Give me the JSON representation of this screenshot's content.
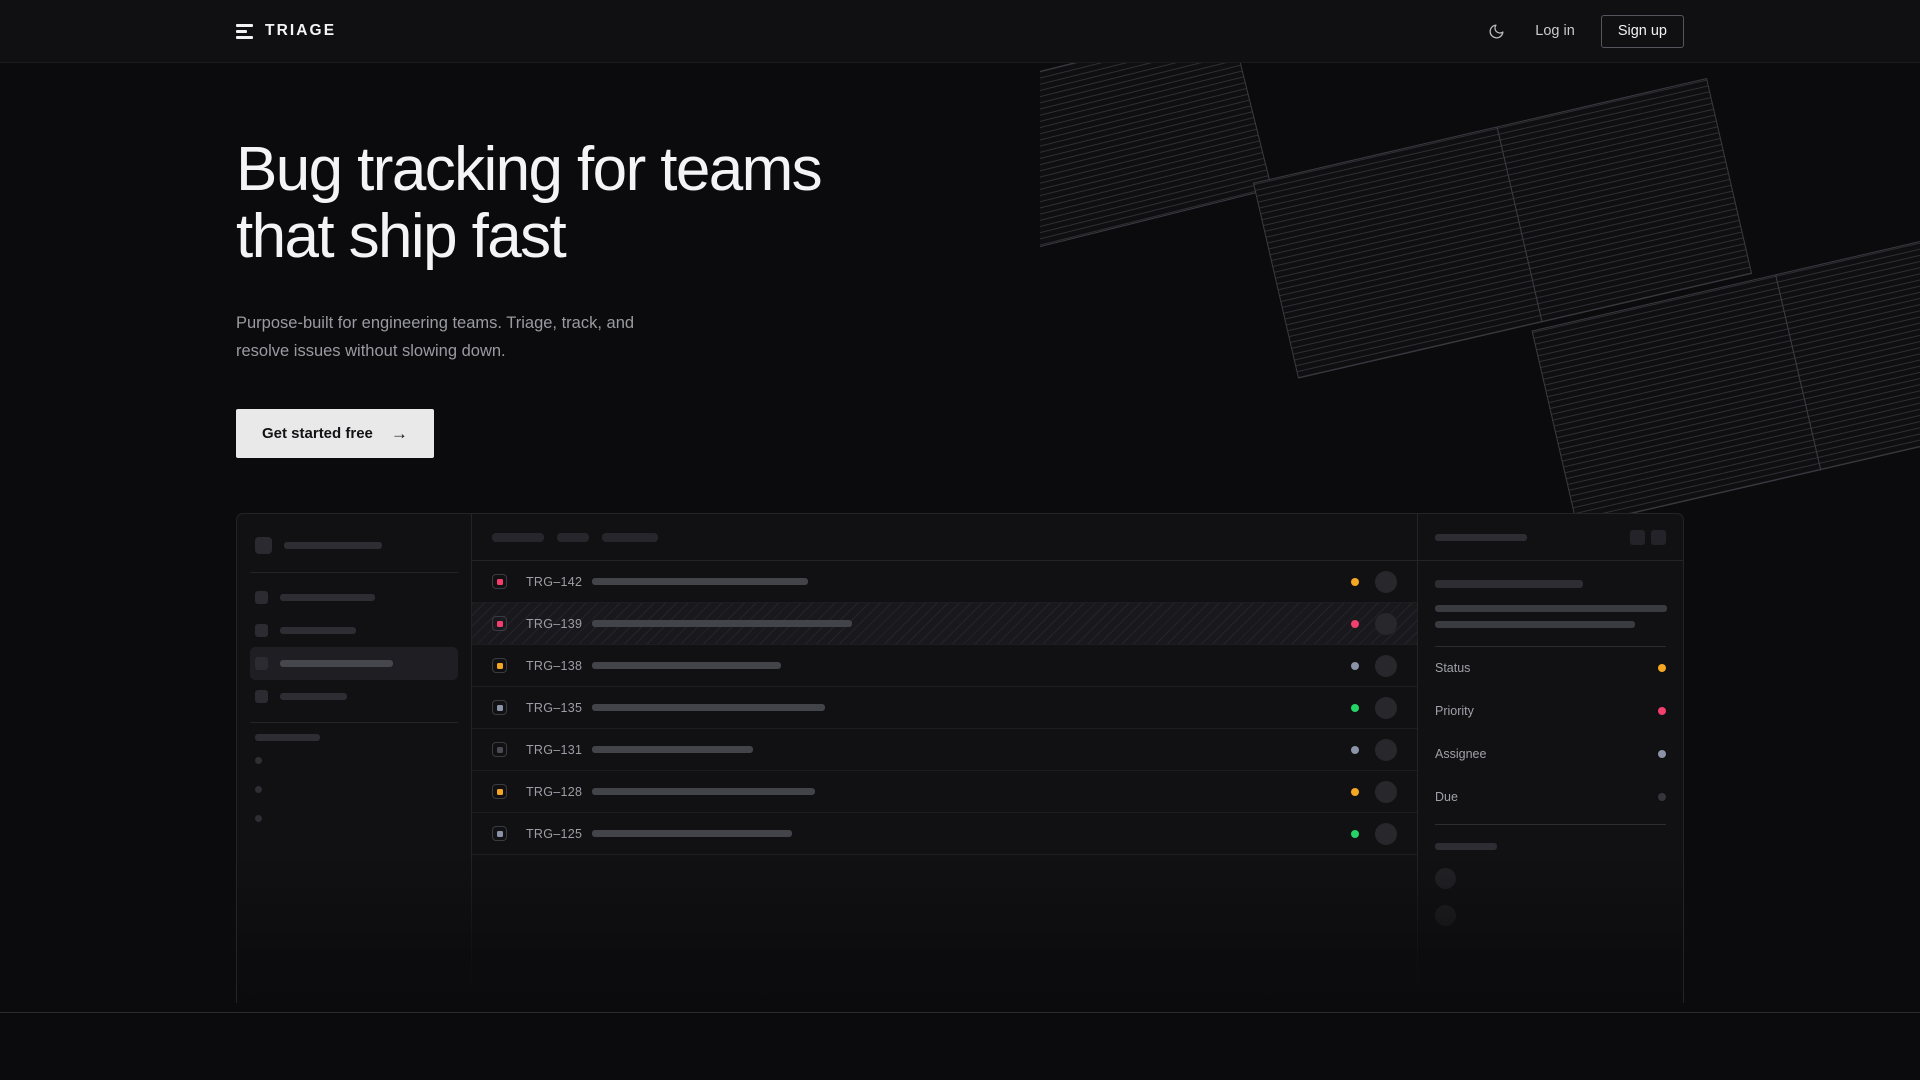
{
  "header": {
    "brand": "TRIAGE",
    "brand_icon": "three-bar-logo-icon",
    "theme_toggle_icon": "moon-icon",
    "login_label": "Log in",
    "signup_label": "Sign up"
  },
  "hero": {
    "title": "Bug tracking for teams\nthat ship fast",
    "subtitle": "Purpose-built for engineering teams. Triage, track, and\nresolve issues without slowing down.",
    "cta_label": "Get started free",
    "cta_arrow": "→",
    "art_name": "striped-panels-decoration"
  },
  "app_preview": {
    "sidebar": {
      "workspace_skeleton_width": 98,
      "nav_items": [
        {
          "name": "nav-item-1",
          "skeleton_width": 95,
          "active": false
        },
        {
          "name": "nav-item-2",
          "skeleton_width": 76,
          "active": false
        },
        {
          "name": "nav-item-3",
          "skeleton_width": 113,
          "active": true
        },
        {
          "name": "nav-item-4",
          "skeleton_width": 67,
          "active": false
        }
      ],
      "section_label_width": 65,
      "mini_items": [
        "mini-item-1",
        "mini-item-2",
        "mini-item-3"
      ]
    },
    "list": {
      "filter_chips": [
        52,
        32,
        56
      ],
      "rows": [
        {
          "id": "TRG–142",
          "priority_color": "#f43f6e",
          "title_width": 216,
          "status_color": "#f5a623",
          "selected": false
        },
        {
          "id": "TRG–139",
          "priority_color": "#f43f6e",
          "title_width": 260,
          "status_color": "#f43f6e",
          "selected": true
        },
        {
          "id": "TRG–138",
          "priority_color": "#f5a623",
          "title_width": 189,
          "status_color": "#8b93a8",
          "selected": false
        },
        {
          "id": "TRG–135",
          "priority_color": "#8b93a8",
          "title_width": 233,
          "status_color": "#25d366",
          "selected": false
        },
        {
          "id": "TRG–131",
          "priority_color": "#4a4a52",
          "title_width": 161,
          "status_color": "#8b93a8",
          "selected": false
        },
        {
          "id": "TRG–128",
          "priority_color": "#f5a623",
          "title_width": 223,
          "status_color": "#f5a623",
          "selected": false
        },
        {
          "id": "TRG–125",
          "priority_color": "#8b93a8",
          "title_width": 200,
          "status_color": "#25d366",
          "selected": false
        }
      ]
    },
    "detail": {
      "head_skeleton_width": 92,
      "title_skeleton_width": 148,
      "body_skeleton_widths": [
        232,
        200
      ],
      "meta": [
        {
          "label": "Status",
          "dot_color": "#f5a623"
        },
        {
          "label": "Priority",
          "dot_color": "#f43f6e"
        },
        {
          "label": "Assignee",
          "dot_color": "#8b93a8"
        },
        {
          "label": "Due",
          "dot_color": "#35353c"
        }
      ],
      "activity_label_width": 62,
      "activity_avatars": [
        "activity-avatar-1",
        "activity-avatar-2"
      ]
    }
  },
  "colors": {
    "page_bg": "#0b0b0d",
    "header_bg": "#101012",
    "card_bg": "#111114",
    "border": "#232328",
    "accent_orange": "#f5a623",
    "accent_pink": "#f43f6e",
    "accent_green": "#25d366",
    "accent_slate": "#8b93a8",
    "cta_bg": "#e9e9ea"
  }
}
